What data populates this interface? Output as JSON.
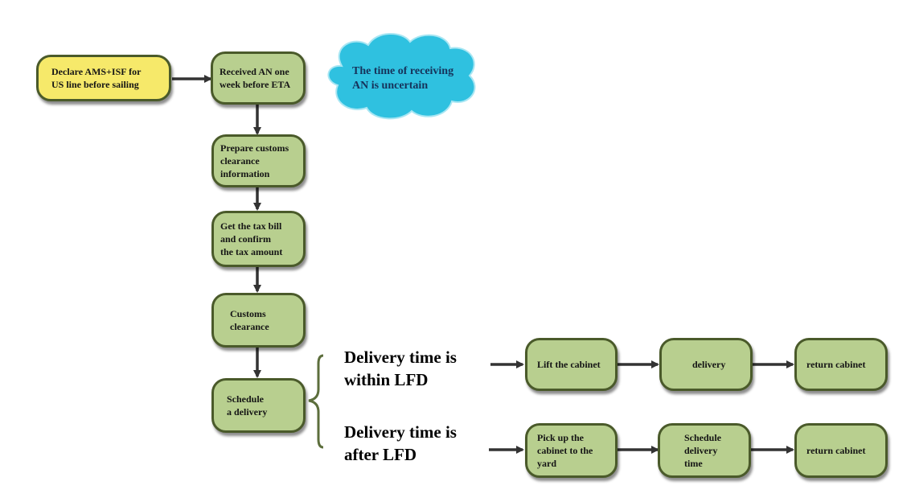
{
  "colors": {
    "box_fill": "#b8cf8f",
    "box_border": "#4a5a2a",
    "start_fill": "#f6e96a",
    "cloud_fill": "#2fc1e0",
    "arrow": "#333333"
  },
  "nodes": {
    "declare": "Declare AMS+ISF for\nUS line before sailing",
    "received_an": "Received AN one\nweek before ETA",
    "prepare_customs": "Prepare customs\nclearance\ninformation",
    "tax_bill": "Get the tax bill\nand confirm\nthe tax amount",
    "customs_clearance": "Customs\nclearance",
    "schedule_delivery": "Schedule\na delivery"
  },
  "note": "The time of receiving\nAN is uncertain",
  "branches": [
    {
      "label": "Delivery time is\nwithin LFD",
      "steps": [
        "Lift the cabinet",
        "delivery",
        "return cabinet"
      ]
    },
    {
      "label": "Delivery time is\nafter LFD",
      "steps": [
        "Pick up the\ncabinet to the\nyard",
        "Schedule\ndelivery\ntime",
        "return cabinet"
      ]
    }
  ]
}
